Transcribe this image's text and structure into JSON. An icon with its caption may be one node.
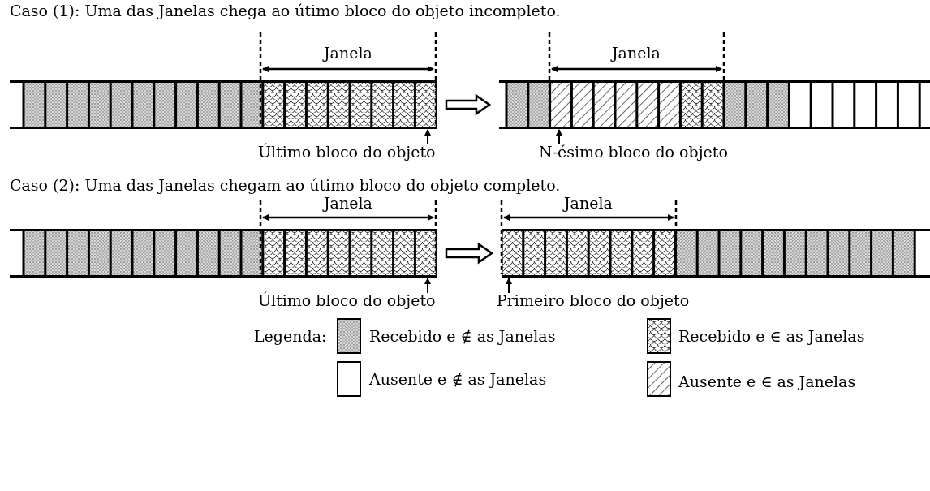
{
  "diagram": {
    "nodes": [
      {
        "text": [],
        "shape": "bar"
      },
      {
        "text": [],
        "shape": "bar"
      },
      {
        "text": [],
        "shape": "bar"
      },
      {
        "text": [],
        "shape": "bar"
      },
      {
        "text": [
          "Último bloco do objeto"
        ]
      },
      {
        "text": [
          "N-ésimo bloco do objeto"
        ]
      },
      {
        "text": [
          "Último bloco do objeto"
        ]
      },
      {
        "text": [
          "Primeiro bloco do objeto"
        ]
      }
    ],
    "edges": [
      {
        "from": 0,
        "to": 1,
        "arrow": "to"
      },
      {
        "from": 4,
        "to": 0,
        "arrow": "to"
      },
      {
        "from": 5,
        "to": 1,
        "arrow": "to"
      },
      {
        "from": 2,
        "to": 3,
        "arrow": "to"
      },
      {
        "from": 6,
        "to": 2,
        "arrow": "to"
      },
      {
        "from": 7,
        "to": 3,
        "arrow": "to"
      }
    ],
    "labels": [
      "Caso (1): Uma das Janelas chega ao útimo bloco do objeto incompleto.",
      "Janela",
      "Janela",
      "Caso (2): Uma das Janelas chegam ao útimo bloco do objeto completo.",
      "Janela",
      "Janela",
      "Legenda:"
    ],
    "legend": [
      {
        "text": "Recebido e ∉ as Janelas"
      },
      {
        "text": "Recebido e ∈ as Janelas"
      },
      {
        "text": "Ausente e ∉ as Janelas"
      },
      {
        "text": "Ausente e ∈ as Janelas"
      }
    ]
  }
}
